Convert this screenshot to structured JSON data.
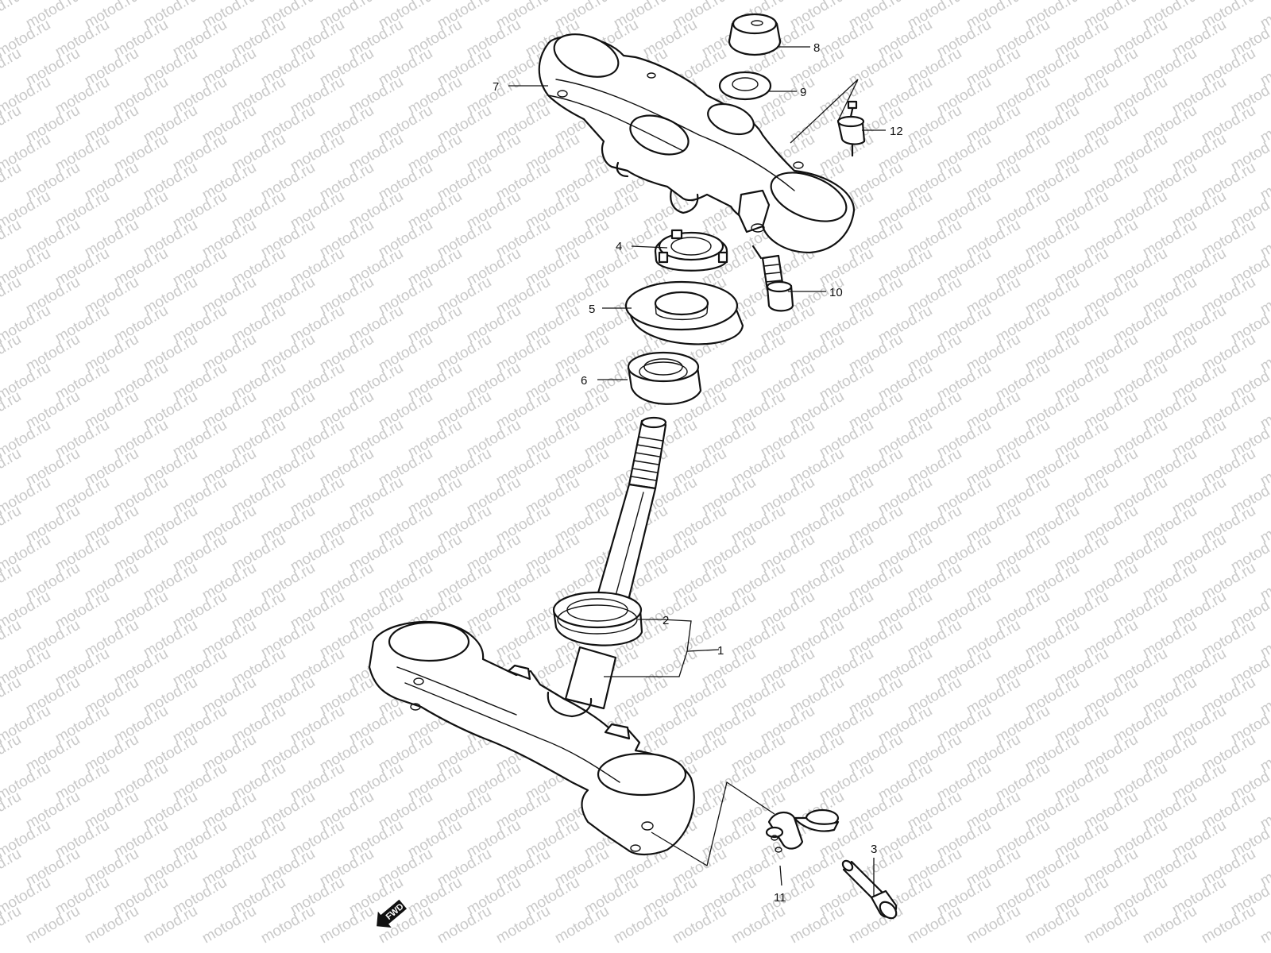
{
  "watermark": {
    "text": "motod.ru"
  },
  "callouts": [
    {
      "id": "1",
      "label": "1"
    },
    {
      "id": "2",
      "label": "2"
    },
    {
      "id": "3",
      "label": "3"
    },
    {
      "id": "4",
      "label": "4"
    },
    {
      "id": "5",
      "label": "5"
    },
    {
      "id": "6",
      "label": "6"
    },
    {
      "id": "7",
      "label": "7"
    },
    {
      "id": "8",
      "label": "8"
    },
    {
      "id": "9",
      "label": "9"
    },
    {
      "id": "10",
      "label": "10"
    },
    {
      "id": "11",
      "label": "11"
    },
    {
      "id": "12",
      "label": "12"
    }
  ],
  "direction_indicator": {
    "label": "FWD"
  }
}
